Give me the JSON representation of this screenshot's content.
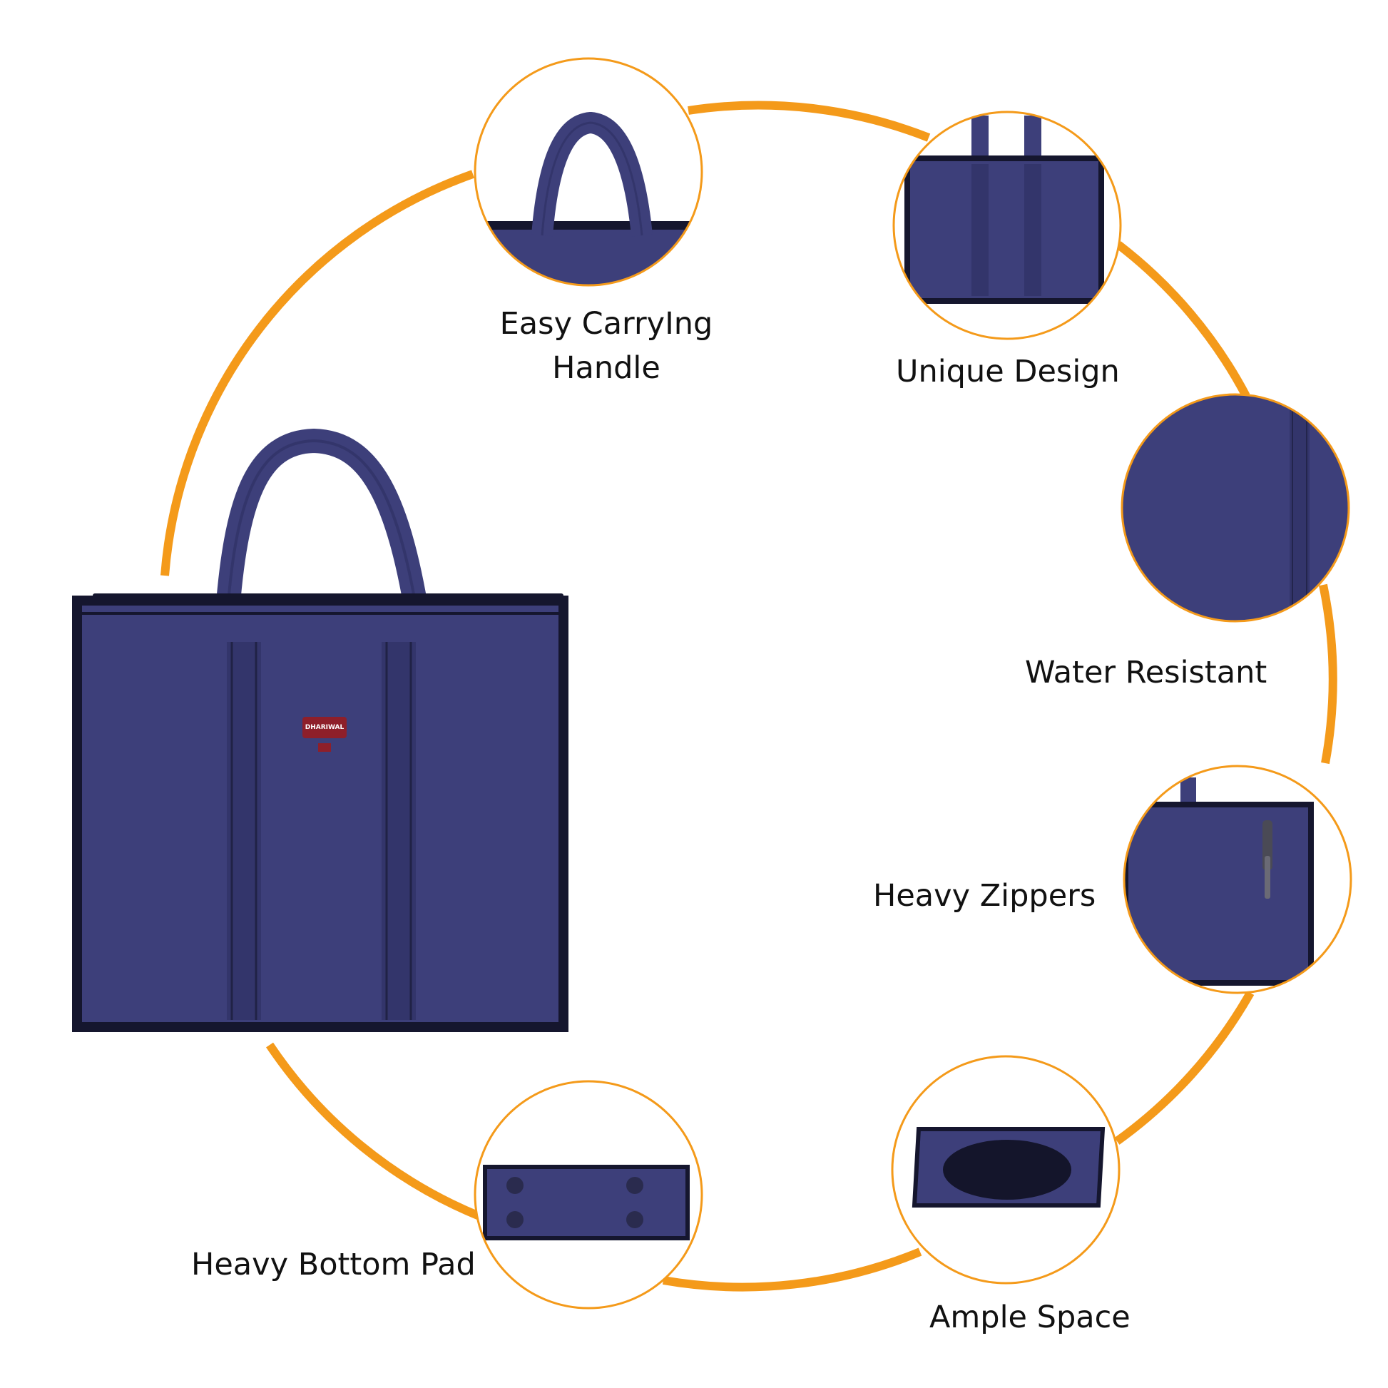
{
  "colors": {
    "ring": "#F49A1A",
    "bag": "#3D3F7A",
    "bag_shade": "#33356B",
    "trim": "#15162E",
    "badge": "#8E1F2A",
    "background": "#FFFFFF"
  },
  "product": {
    "brand_badge": "DHARIWAL"
  },
  "features": [
    {
      "label_line1": "Easy CarryIng",
      "label_line2": "Handle",
      "icon": "handle-closeup-image"
    },
    {
      "label_line1": "Unique Design",
      "icon": "bag-front-closeup-image"
    },
    {
      "label_line1": "Water Resistant",
      "icon": "fabric-texture-closeup-image"
    },
    {
      "label_line1": "Heavy Zippers",
      "icon": "zipper-closeup-image"
    },
    {
      "label_line1": "Ample Space",
      "icon": "open-bag-top-view-image"
    },
    {
      "label_line1": "Heavy Bottom Pad",
      "icon": "bottom-pad-closeup-image"
    }
  ]
}
